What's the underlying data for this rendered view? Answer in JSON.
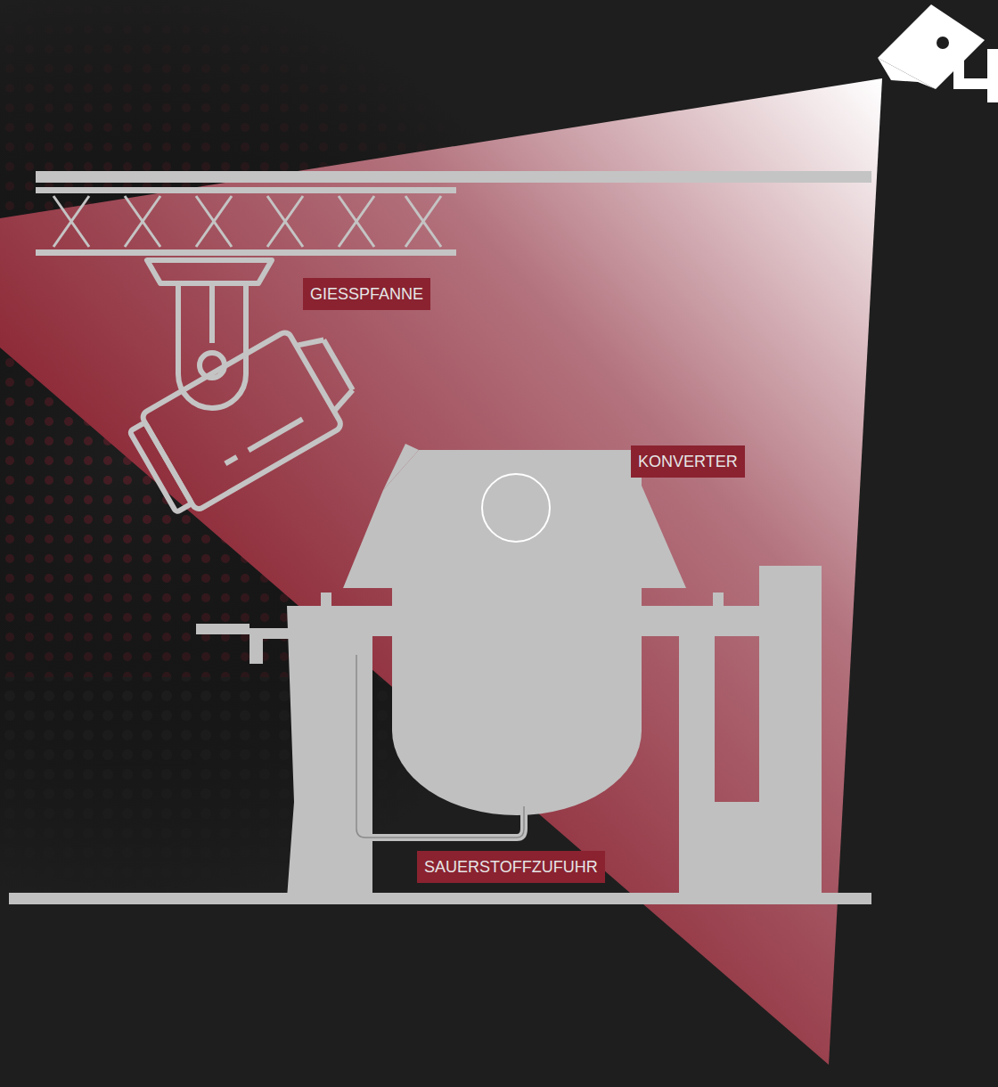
{
  "diagram": {
    "labels": [
      "GIESSPFANNE",
      "KONVERTER",
      "SAUERSTOFFZUFUHR"
    ]
  }
}
